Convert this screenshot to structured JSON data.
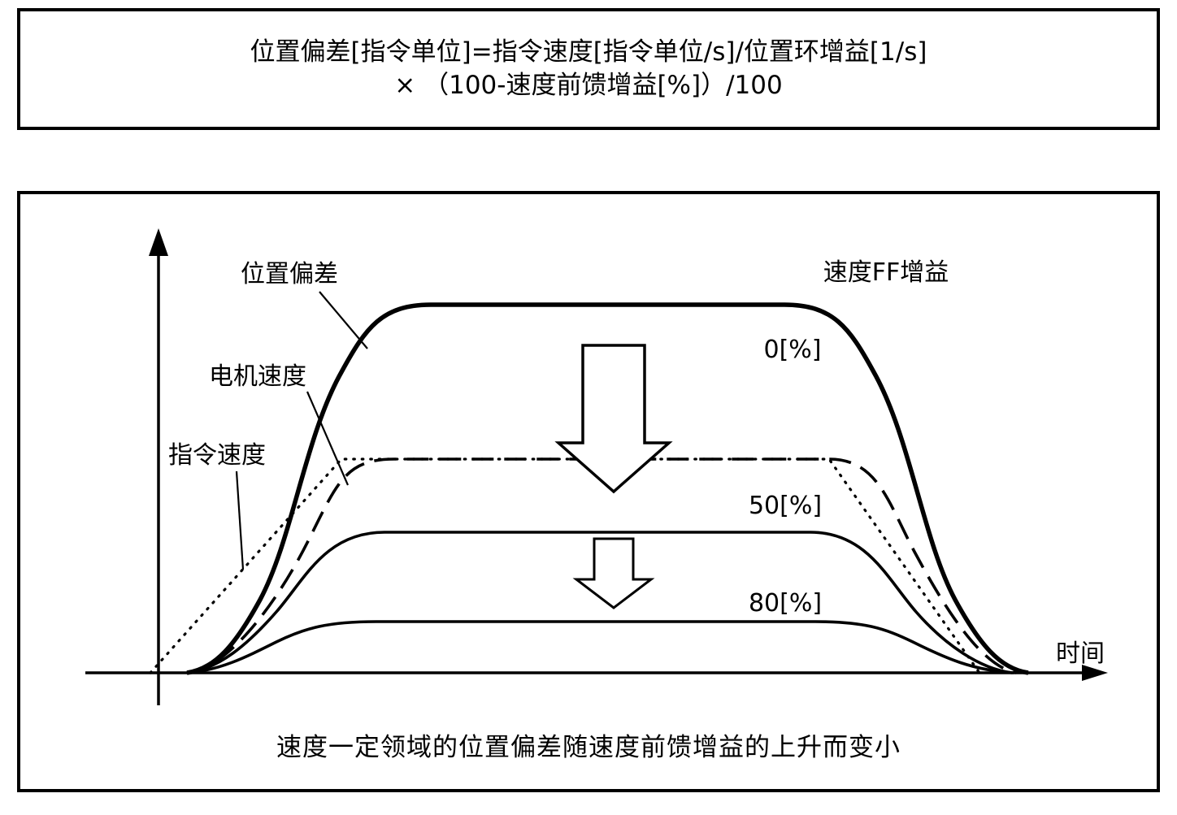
{
  "formula": {
    "line1": "位置偏差[指令单位]=指令速度[指令单位/s]/位置环增益[1/s]",
    "line2": "× （100-速度前馈增益[%]）/100"
  },
  "diagram": {
    "caption": "速度一定领域的位置偏差随速度前馈增益的上升而变小",
    "labels": {
      "position_deviation": "位置偏差",
      "motor_speed": "电机速度",
      "command_speed": "指令速度",
      "ff_gain": "速度FF增益",
      "gain_0": "0[%]",
      "gain_50": "50[%]",
      "gain_80": "80[%]",
      "time_axis": "时间"
    },
    "curves": [
      {
        "name": "position-deviation-ff0",
        "ff_gain_percent": 0,
        "style": "solid-thick",
        "relative_plateau_level": 1.0
      },
      {
        "name": "position-deviation-ff50",
        "ff_gain_percent": 50,
        "style": "solid",
        "relative_plateau_level": 0.38
      },
      {
        "name": "position-deviation-ff80",
        "ff_gain_percent": 80,
        "style": "solid",
        "relative_plateau_level": 0.14
      },
      {
        "name": "motor-speed",
        "style": "dashed",
        "relative_plateau_level": 0.58
      },
      {
        "name": "command-speed",
        "style": "dotted",
        "relative_plateau_level": 0.58
      }
    ],
    "colors": {
      "line": "#000000",
      "background": "#ffffff",
      "arrow_fill": "#ffffff"
    }
  }
}
